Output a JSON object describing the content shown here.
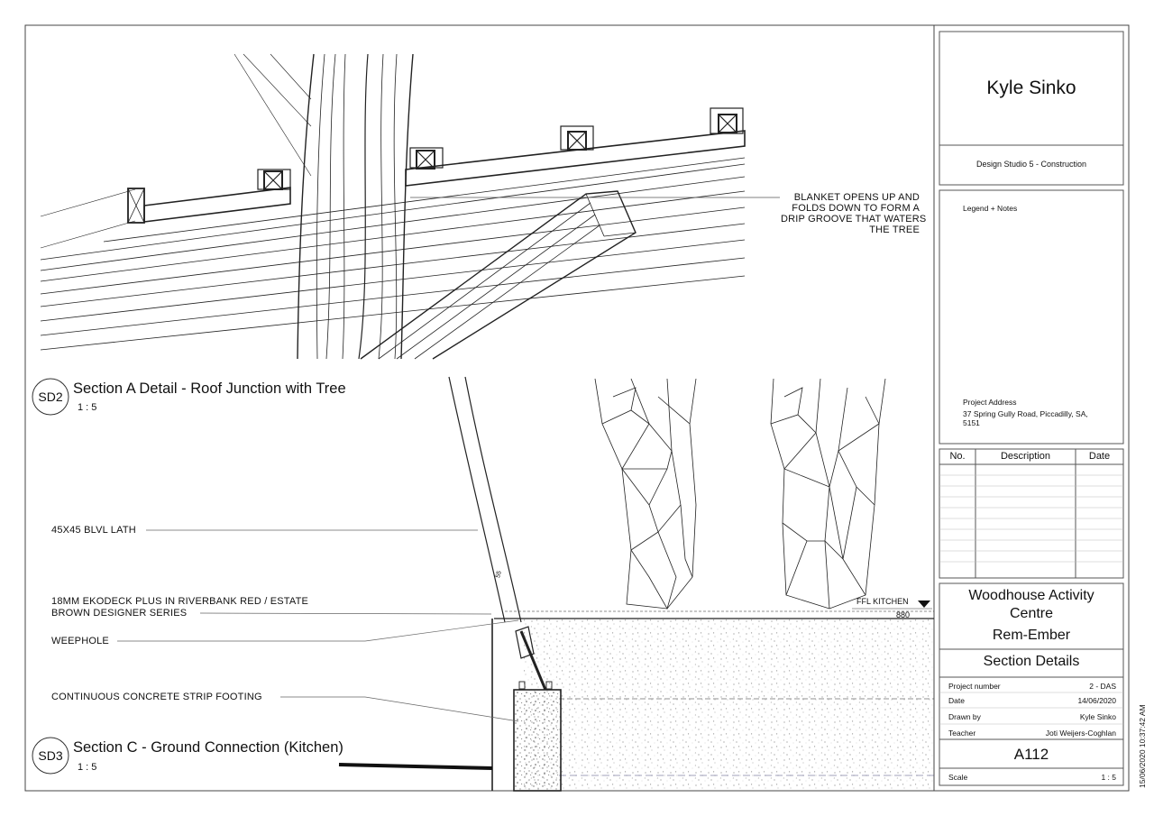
{
  "title_block": {
    "author": "Kyle Sinko",
    "course": "Design Studio 5 - Construction",
    "legend_heading": "Legend + Notes",
    "address_label": "Project Address",
    "address_line1": "37 Spring Gully Road, Piccadilly, SA,",
    "address_line2": "5151",
    "revisions_header": {
      "no": "No.",
      "description": "Description",
      "date": "Date"
    },
    "project_line1": "Woodhouse Activity",
    "project_line2": "Centre",
    "project_sub": "Rem-Ember",
    "sheet_title": "Section Details",
    "fields": [
      {
        "label": "Project number",
        "value": "2 - DAS"
      },
      {
        "label": "Date",
        "value": "14/06/2020"
      },
      {
        "label": "Drawn by",
        "value": "Kyle Sinko"
      },
      {
        "label": "Teacher",
        "value": "Joti Weijers-Coghlan"
      }
    ],
    "sheet_number": "A112",
    "scale_label": "Scale",
    "scale_value": "1 : 5",
    "timestamp": "15/06/2020 10:37:42 AM"
  },
  "views": [
    {
      "tag": "SD2",
      "title": "Section A Detail - Roof Junction with Tree",
      "scale": "1 : 5"
    },
    {
      "tag": "SD3",
      "title": "Section C - Ground Connection (Kitchen)",
      "scale": "1 : 5"
    }
  ],
  "annotations": {
    "blanket_line1": "BLANKET OPENS UP AND",
    "blanket_line2": "FOLDS DOWN TO FORM A",
    "blanket_line3": "DRIP GROOVE THAT WATERS",
    "blanket_line4": "THE TREE",
    "lath": "45X45 BLVL LATH",
    "decking_line1": "18MM EKODECK PLUS IN RIVERBANK RED / ESTATE",
    "decking_line2": "BROWN DESIGNER SERIES",
    "weephole": "WEEPHOLE",
    "footing": "CONTINUOUS CONCRETE STRIP FOOTING",
    "ffl_label": "FFL KITCHEN",
    "ffl_value": "880",
    "lath_dim": "55"
  }
}
